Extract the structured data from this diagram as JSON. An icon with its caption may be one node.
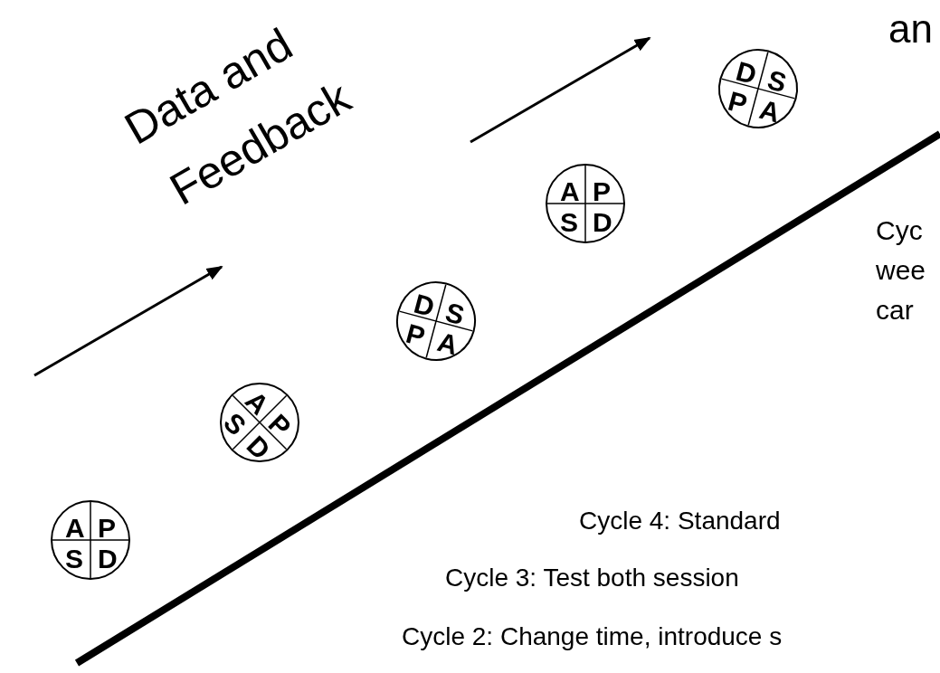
{
  "diagram": {
    "nodes": [
      {
        "text": [
          "A",
          "P",
          "S",
          "D"
        ]
      },
      {
        "text": [
          "A",
          "P",
          "S",
          "D"
        ]
      },
      {
        "text": [
          "D",
          "S",
          "P",
          "A"
        ]
      },
      {
        "text": [
          "A",
          "P",
          "S",
          "D"
        ]
      },
      {
        "text": [
          "D",
          "S",
          "P",
          "A"
        ]
      }
    ],
    "edges": [],
    "labels": [
      "Data and",
      "Feedback",
      "an",
      "Cyc",
      "wee",
      "car",
      "Cycle 4: Standard",
      "Cycle 3: Test both session",
      "Cycle 2: Change time, introduce s"
    ]
  }
}
